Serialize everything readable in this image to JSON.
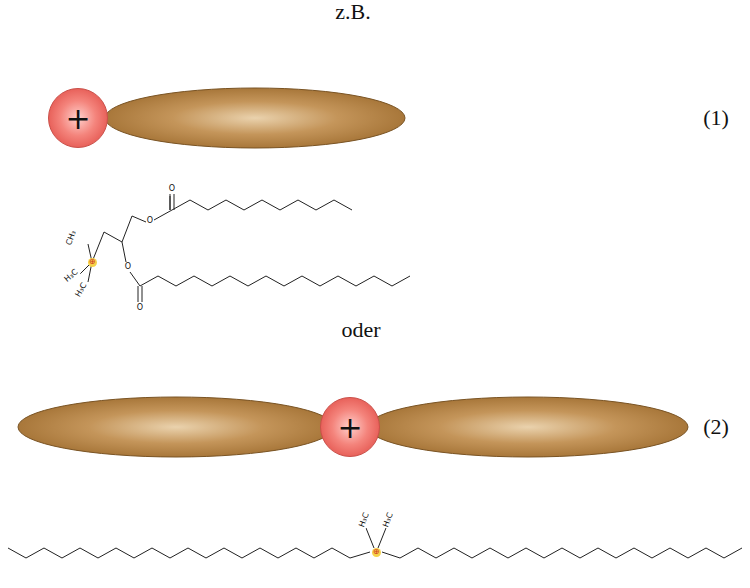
{
  "diagram": {
    "nodes": [
      {
        "text": [
          "+"
        ]
      },
      {
        "text": [
          "+"
        ]
      }
    ],
    "labels": [
      "z.B.",
      "(1)",
      "CH₃",
      "H₃C",
      "H₃C",
      "⊕",
      "O",
      "O",
      "O",
      "O",
      "oder",
      "(2)",
      "H₃C",
      "H₃C",
      "⊕"
    ]
  }
}
